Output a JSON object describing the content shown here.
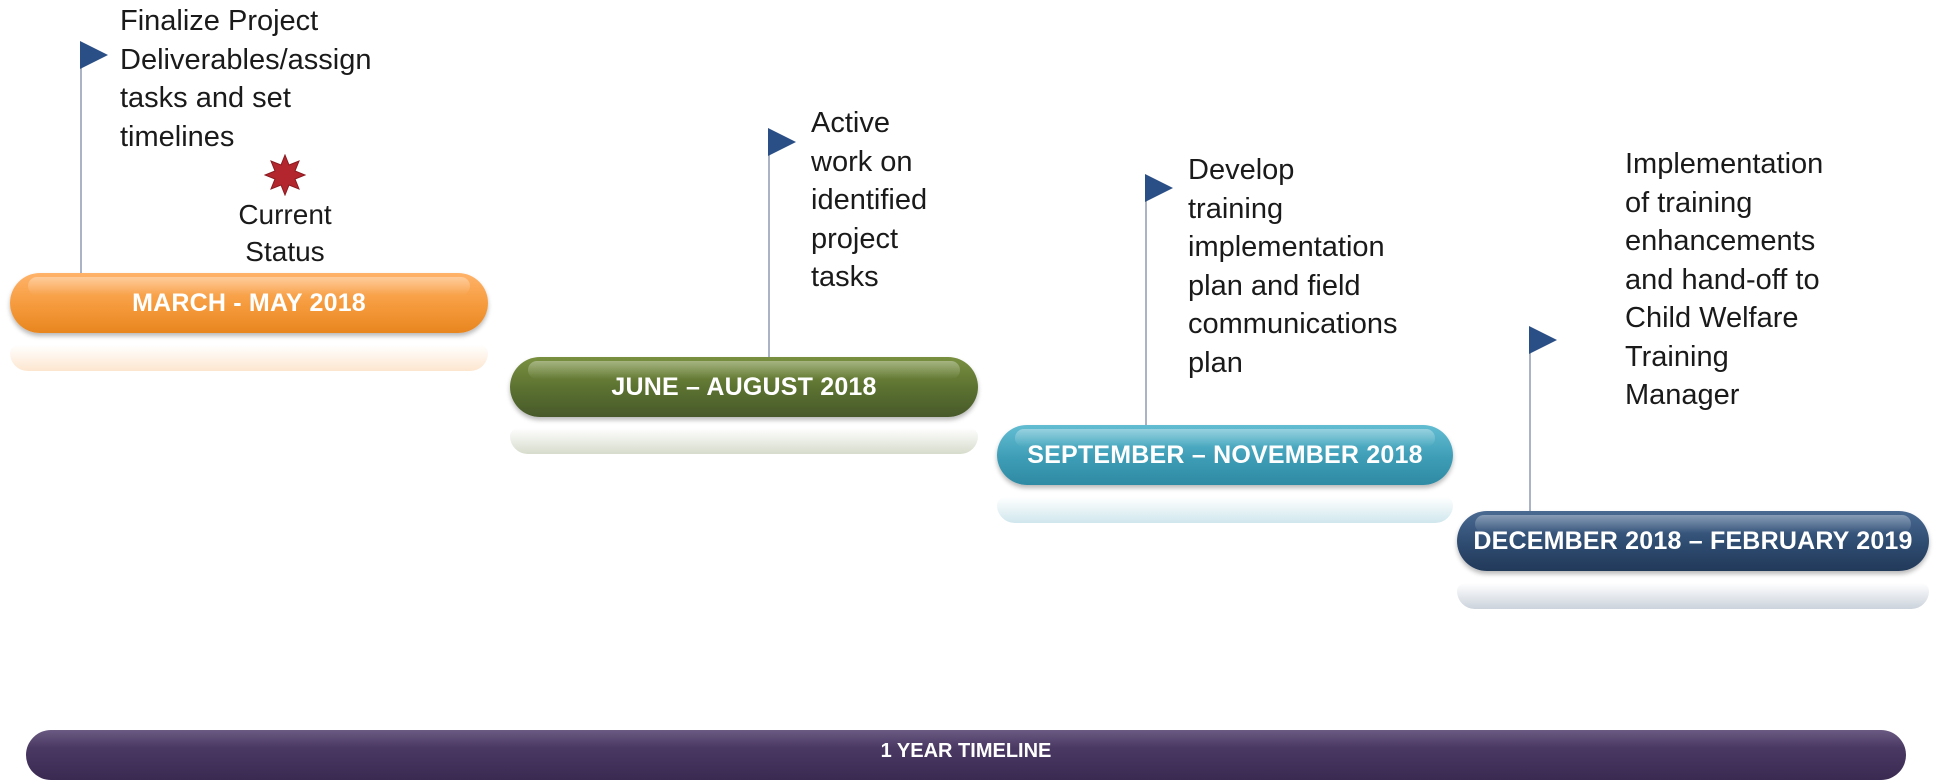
{
  "phases": [
    {
      "period": "MARCH - MAY 2018",
      "description": [
        "Finalize Project",
        "Deliverables/assign",
        "tasks and set",
        "timelines"
      ],
      "color": "#f59a3c"
    },
    {
      "period": "JUNE – AUGUST 2018",
      "description": [
        "Active work on",
        "identified project",
        "tasks"
      ],
      "color": "#5a7030"
    },
    {
      "period": "SEPTEMBER – NOVEMBER 2018",
      "description": [
        "Develop training",
        "implementation",
        "plan and field",
        "communications",
        "plan"
      ],
      "color": "#3e9db6"
    },
    {
      "period": "DECEMBER 2018 – FEBRUARY 2019",
      "description": [
        "Implementation",
        "of training",
        "enhancements",
        "and hand-off to",
        "Child Welfare",
        "Training",
        "Manager"
      ],
      "color": "#2e4b70"
    }
  ],
  "current_status": {
    "label_line1": "Current",
    "label_line2": "Status",
    "icon": "star-icon",
    "color": "#b3262e"
  },
  "timeline": {
    "label": "1 YEAR TIMELINE",
    "color": "#443360"
  },
  "flag_color": "#2a4e86"
}
